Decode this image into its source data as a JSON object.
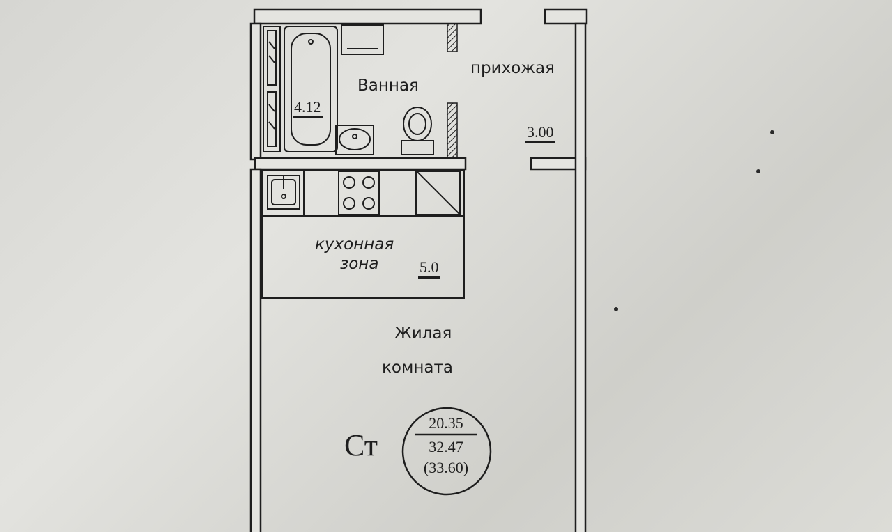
{
  "rooms": {
    "bathroom": {
      "name": "Ванная",
      "area": "4.12"
    },
    "hallway": {
      "name": "прихожая",
      "area": "3.00"
    },
    "kitchen": {
      "name_line1": "кухонная",
      "name_line2": "зона",
      "area": "5.0"
    },
    "living": {
      "name_line1": "Жилая",
      "name_line2": "комната"
    }
  },
  "apartment": {
    "type": "Ст",
    "living_area": "20.35",
    "total_area": "32.47",
    "total_with_balcony": "(33.60)"
  },
  "colors": {
    "ink": "#1e1e1e",
    "paper": "#d9d9d5"
  }
}
